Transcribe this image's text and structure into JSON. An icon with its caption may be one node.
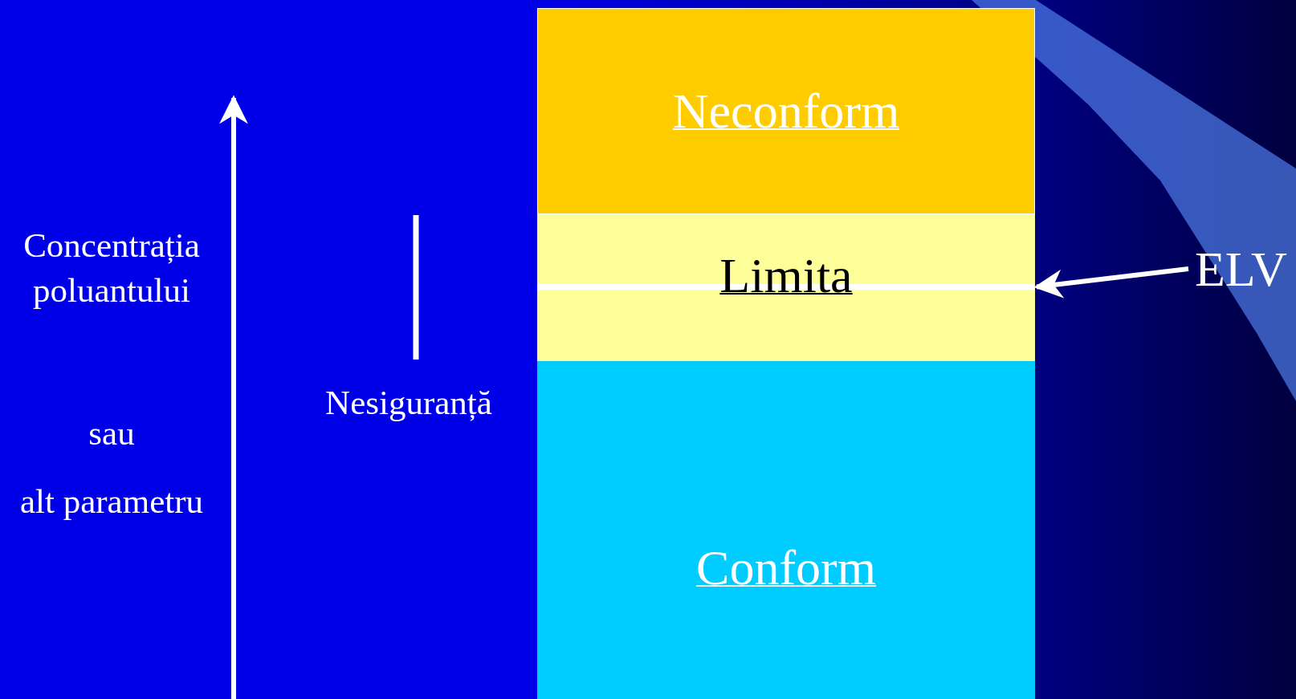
{
  "diagram": {
    "nodes": [
      {
        "text": [
          "Neconform"
        ]
      },
      {
        "text": [
          "Limita"
        ]
      },
      {
        "text": [],
        "shape": "bar",
        "in": 1
      },
      {
        "text": [
          "Conform"
        ]
      },
      {
        "text": [
          "ELV"
        ]
      }
    ],
    "edges": [
      {
        "from": 4,
        "to": 2,
        "arrow": "to"
      }
    ],
    "labels": [
      "Concentrația poluantului",
      "Nesiguranță",
      "sau",
      "alt parametru"
    ]
  }
}
